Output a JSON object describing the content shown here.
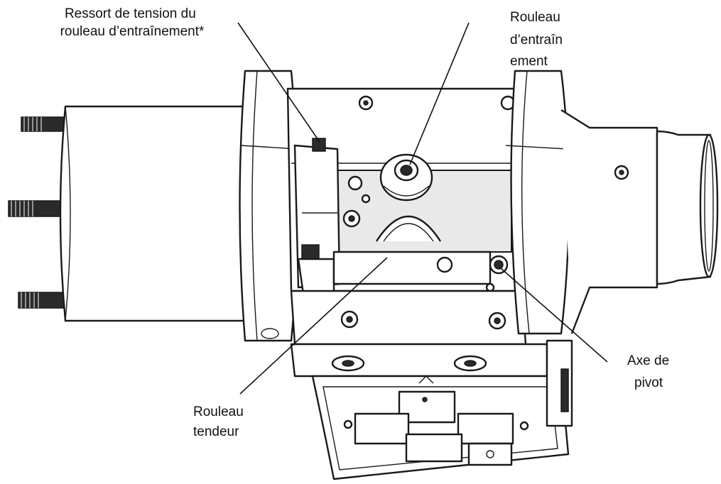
{
  "labels": {
    "tension_spring": [
      "Ressort de tension du",
      "rouleau d’entraînement*"
    ],
    "drive_roller": [
      "Rouleau",
      "d’entraîn",
      "ement"
    ],
    "pivot_axis": [
      "Axe de",
      "pivot"
    ],
    "tension_roller": [
      "Rouleau",
      "tendeur"
    ]
  },
  "colors": {
    "line": "#1a1a1a",
    "background": "#ffffff",
    "shading": "#e9e9e9"
  }
}
